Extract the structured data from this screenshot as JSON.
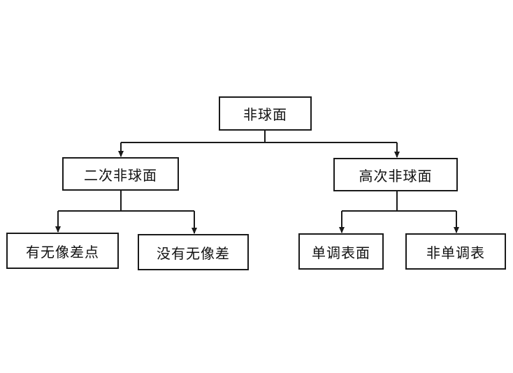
{
  "diagram": {
    "colors": {
      "line": "#1a1a1a",
      "box_border": "#1a1a1a",
      "text": "#111111",
      "background": "#ffffff"
    },
    "root": {
      "label": "非球面"
    },
    "level1": [
      {
        "label": "二次非球面"
      },
      {
        "label": "高次非球面"
      }
    ],
    "level2": [
      {
        "label": "有无像差点"
      },
      {
        "label": "没有无像差"
      },
      {
        "label": "单调表面"
      },
      {
        "label": "非单调表"
      }
    ]
  }
}
